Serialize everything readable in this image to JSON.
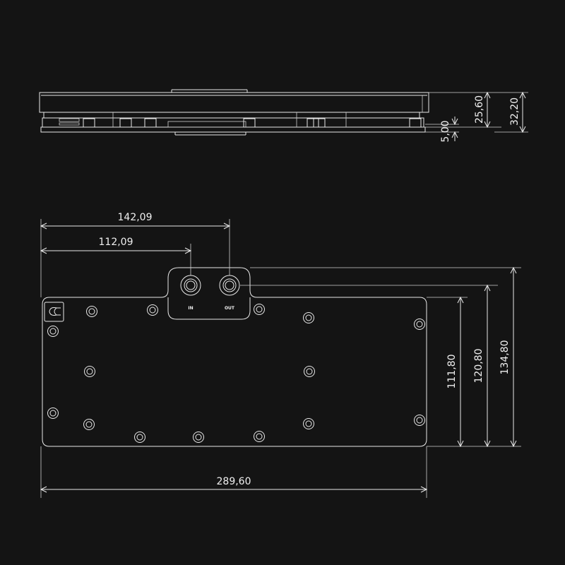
{
  "colors": {
    "background": "#141414",
    "line": "#e8e8e8"
  },
  "side_view": {
    "dim_top_height": "25,60",
    "dim_total_height": "32,20",
    "dim_plate_thickness": "5,00"
  },
  "top_view": {
    "dim_out_port_x": "142,09",
    "dim_in_port_x": "112,09",
    "dim_width": "289,60",
    "dim_plate_height": "111,80",
    "dim_out_height": "120,80",
    "dim_terminal_height": "134,80",
    "port_in_label": "IN",
    "port_out_label": "OUT",
    "logo_icon": "alphacool-logo-icon"
  }
}
